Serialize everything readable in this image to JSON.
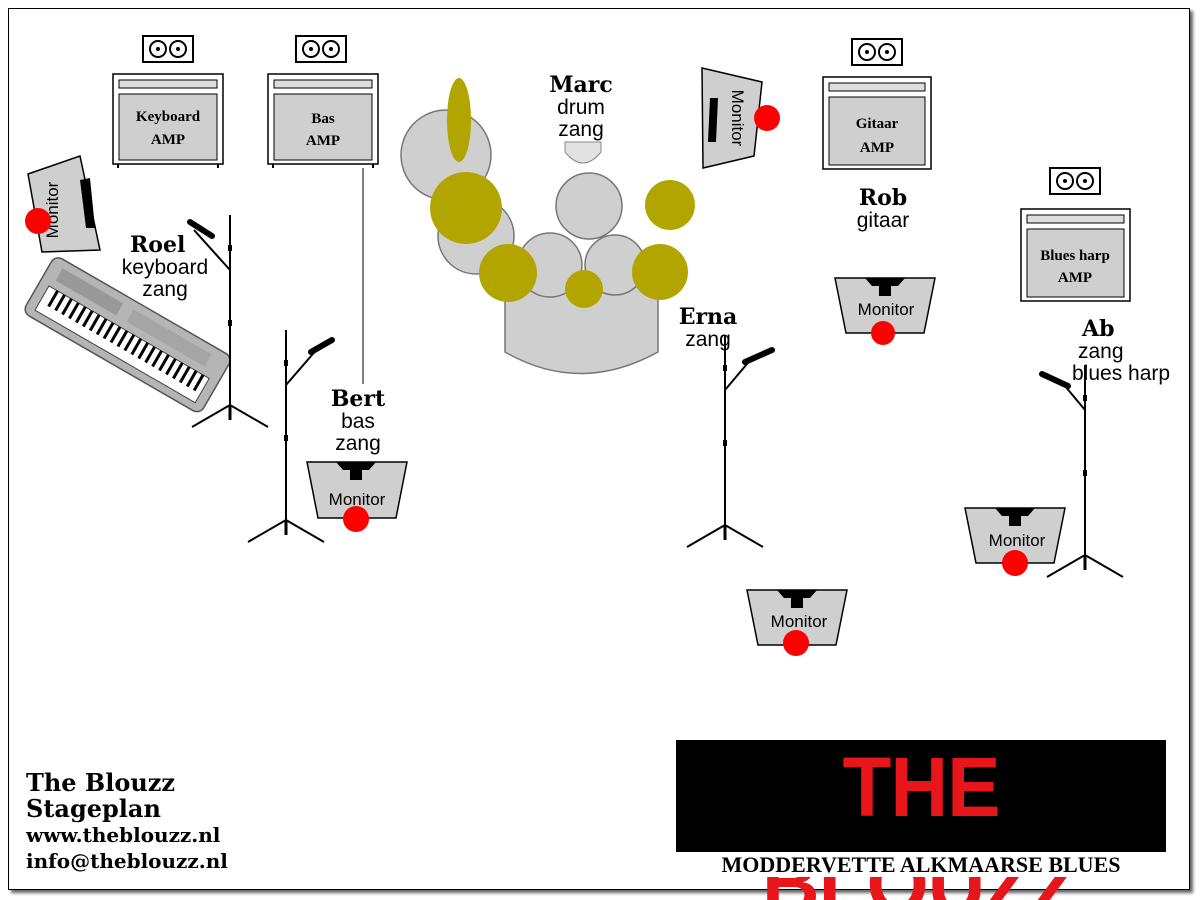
{
  "amps": [
    {
      "id": "keyboard",
      "line1": "Keyboard",
      "line2": "AMP"
    },
    {
      "id": "bas",
      "line1": "Bas",
      "line2": "AMP"
    },
    {
      "id": "gitaar",
      "line1": "Gitaar",
      "line2": "AMP"
    },
    {
      "id": "bluesharp",
      "line1": "Blues harp",
      "line2": "AMP"
    }
  ],
  "monitor_label": "Monitor",
  "musicians": [
    {
      "id": "marc",
      "name": "Marc",
      "roles": [
        "drum",
        "zang"
      ]
    },
    {
      "id": "roel",
      "name": "Roel",
      "roles": [
        "keyboard",
        "zang"
      ]
    },
    {
      "id": "bert",
      "name": "Bert",
      "roles": [
        "bas",
        "zang"
      ]
    },
    {
      "id": "rob",
      "name": "Rob",
      "roles": [
        "gitaar"
      ]
    },
    {
      "id": "erna",
      "name": "Erna",
      "roles": [
        "zang"
      ]
    },
    {
      "id": "ab",
      "name": "Ab",
      "roles": [
        "zang",
        "blues harp"
      ]
    }
  ],
  "info": {
    "title": "The Blouzz",
    "subtitle": "Stageplan",
    "website": "www.theblouzz.nl",
    "email": "info@theblouzz.nl"
  },
  "logo": {
    "title": "THE BLOUZZ",
    "tagline": "MODDERVETTE ALKMAARSE BLUES"
  },
  "colors": {
    "drum_shell": "#cfcfcf",
    "cymbal": "#b3a500",
    "monitor_light": "#ff0000",
    "logo_red": "#e8161b",
    "logo_bg": "#000000"
  }
}
